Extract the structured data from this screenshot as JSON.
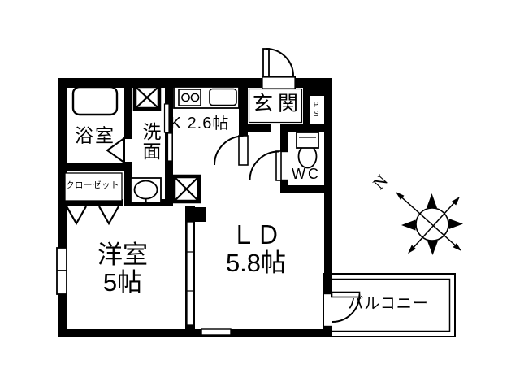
{
  "page": {
    "background": "#ffffff",
    "line_color": "#000000",
    "type": "apartment-floor-plan"
  },
  "rooms": {
    "bathroom": {
      "label": "浴室"
    },
    "washroom": {
      "label": "洗面"
    },
    "closet": {
      "label": "クローゼット"
    },
    "kitchen": {
      "label": "K 2.6帖"
    },
    "entrance": {
      "label": "玄関"
    },
    "pipe_space": {
      "label": "PS"
    },
    "toilet": {
      "label": "WC"
    },
    "western_room": {
      "label": "洋室",
      "size": "5帖"
    },
    "living_dining": {
      "label": "ＬＤ",
      "size": "5.8帖"
    },
    "balcony": {
      "label": "バルコニー"
    }
  },
  "compass": {
    "north_label": "N"
  },
  "icons": {
    "bathtub-icon": "rounded-rectangle",
    "washing-machine-icon": "crossed-square",
    "refrigerator-icon": "crossed-square",
    "stove-icon": "square-with-two-circles",
    "kitchen-sink-icon": "rounded-rectangle",
    "washbasin-icon": "oval-in-rectangle",
    "toilet-icon": "tank-and-bowl",
    "door-swing-icon": "quarter-circle-arc",
    "bath-folding-door-icon": "triangle",
    "closet-folding-door-icon": "double-v",
    "sliding-door-icon": "offset-white-segments",
    "window-icon": "white-bar-in-wall",
    "compass-rose-icon": "crossed-arrows-with-star"
  }
}
